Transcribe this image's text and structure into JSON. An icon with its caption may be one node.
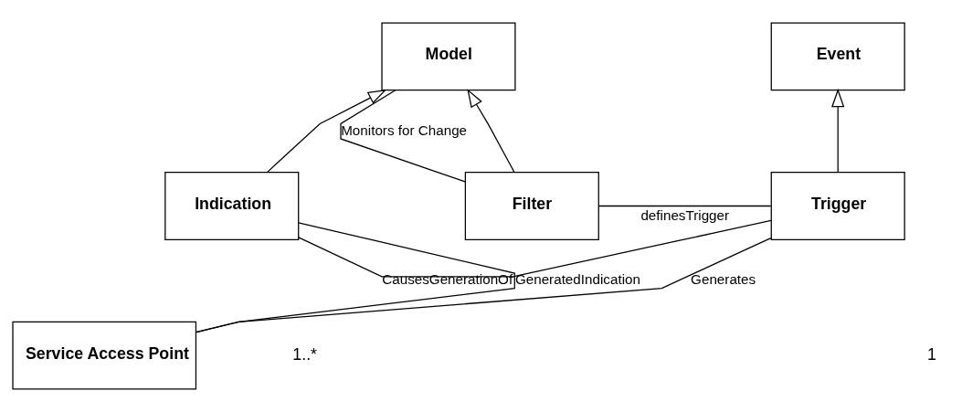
{
  "diagram": {
    "nodes": [
      {
        "text": [
          "Model"
        ]
      },
      {
        "text": [
          "Event"
        ]
      },
      {
        "text": [
          "Indication"
        ]
      },
      {
        "text": [
          "Filter"
        ]
      },
      {
        "text": [
          "Trigger"
        ]
      },
      {
        "text": [
          "Service Access Point"
        ]
      }
    ],
    "edges": [
      {
        "from": 2,
        "to": 0,
        "arrow": "to"
      },
      {
        "from": 3,
        "to": 0,
        "arrow": "to"
      },
      {
        "from": 4,
        "to": 1,
        "arrow": "to"
      },
      {
        "from": 0,
        "to": 3,
        "arrow": "none",
        "label": "Monitors for Change"
      },
      {
        "from": 3,
        "to": 4,
        "arrow": "none",
        "label": "definesTrigger"
      },
      {
        "from": 2,
        "to": 5,
        "arrow": "none",
        "label": "GeneratedIndication"
      },
      {
        "from": 5,
        "to": 4,
        "arrow": "none",
        "label": "Generates"
      },
      {
        "from": 2,
        "to": 4,
        "arrow": "none",
        "label": "CausesGenerationOf"
      }
    ],
    "labels": [
      "1..*",
      "1"
    ]
  }
}
